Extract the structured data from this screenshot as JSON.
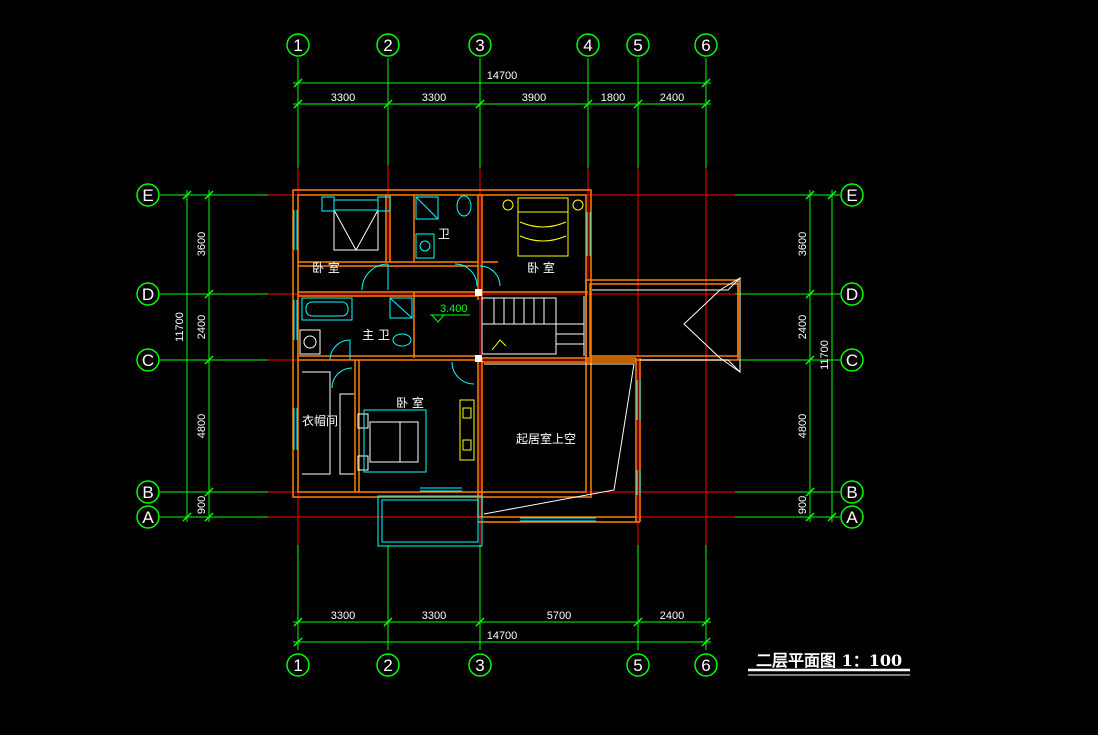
{
  "grid": {
    "top_bubbles": [
      "1",
      "2",
      "3",
      "4",
      "5",
      "6"
    ],
    "bottom_bubbles": [
      "1",
      "2",
      "3",
      "5",
      "6"
    ],
    "left_bubbles": [
      "E",
      "D",
      "C",
      "B",
      "A"
    ],
    "right_bubbles": [
      "E",
      "D",
      "C",
      "B",
      "A"
    ]
  },
  "dimensions": {
    "top_total": "14700",
    "top_segments": [
      "3300",
      "3300",
      "3900",
      "1800",
      "2400"
    ],
    "bottom_total": "14700",
    "bottom_segments": [
      "3300",
      "3300",
      "5700",
      "2400"
    ],
    "left_total": "11700",
    "left_segments": [
      "3600",
      "2400",
      "4800",
      "900"
    ],
    "right_total": "11700",
    "right_segments": [
      "3600",
      "2400",
      "4800",
      "900"
    ]
  },
  "rooms": {
    "bedroom_nw": "卧 室",
    "bathroom": "卫",
    "bedroom_ne": "卧 室",
    "master_bath": "主 卫",
    "closet": "衣帽间",
    "master_bedroom": "卧 室",
    "living_void": "起居室上空"
  },
  "elevation": "3.400",
  "title": "二层平面图 1：100",
  "colors": {
    "grid": "#00ff00",
    "axis": "#ff0000",
    "wall": "#ff8000",
    "fixture": "#00ffff",
    "highlight": "#ffff00",
    "text": "#ffffff"
  }
}
